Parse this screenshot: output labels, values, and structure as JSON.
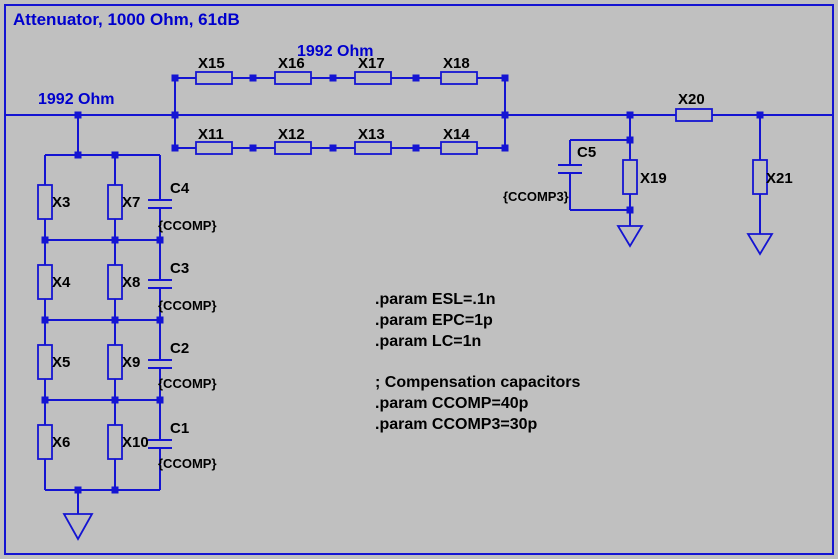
{
  "colors": {
    "background": "#c0c0c0",
    "wire": "#1414d2",
    "blue-text": "#0000cd",
    "black-text": "#000000"
  },
  "title": "Attenuator, 1000 Ohm, 61dB",
  "net_labels": {
    "input": "1992 Ohm",
    "series": "1992 Ohm"
  },
  "labels": {
    "X3": "X3",
    "X4": "X4",
    "X5": "X5",
    "X6": "X6",
    "X7": "X7",
    "X8": "X8",
    "X9": "X9",
    "X10": "X10",
    "X11": "X11",
    "X12": "X12",
    "X13": "X13",
    "X14": "X14",
    "X15": "X15",
    "X16": "X16",
    "X17": "X17",
    "X18": "X18",
    "X19": "X19",
    "X20": "X20",
    "X21": "X21",
    "C1": "C1",
    "C2": "C2",
    "C3": "C3",
    "C4": "C4",
    "C5": "C5"
  },
  "value_labels": {
    "ccomp": "{CCOMP}",
    "ccomp3": "{CCOMP3}"
  },
  "directives": [
    ".param ESL=.1n",
    ".param EPC=1p",
    ".param LC=1n",
    "; Compensation capacitors",
    ".param CCOMP=40p",
    ".param CCOMP3=30p"
  ]
}
